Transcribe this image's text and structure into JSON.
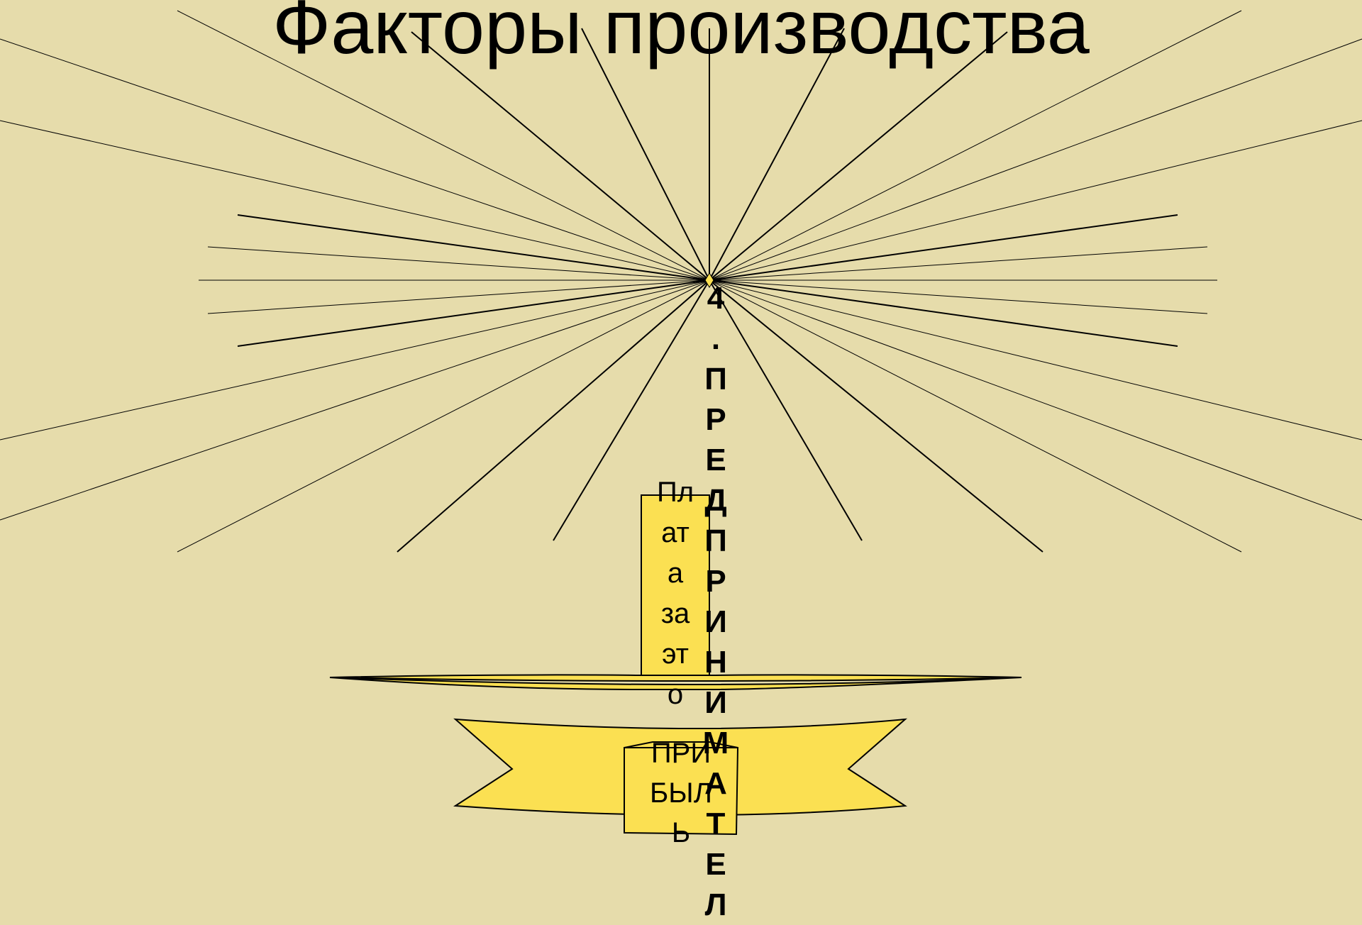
{
  "slide": {
    "title": "Факторы производства",
    "vertical_label": "4.ПРЕДПРИНИМАТЕЛ",
    "pillar_text": [
      "Пл",
      "ат",
      "а",
      "за",
      "эт",
      "о"
    ],
    "banner_text": [
      "ПРИ",
      "БЫЛ",
      "Ь"
    ]
  },
  "colors": {
    "background": "#e6dcab",
    "accent_yellow": "#fbe052",
    "line": "#000000"
  }
}
